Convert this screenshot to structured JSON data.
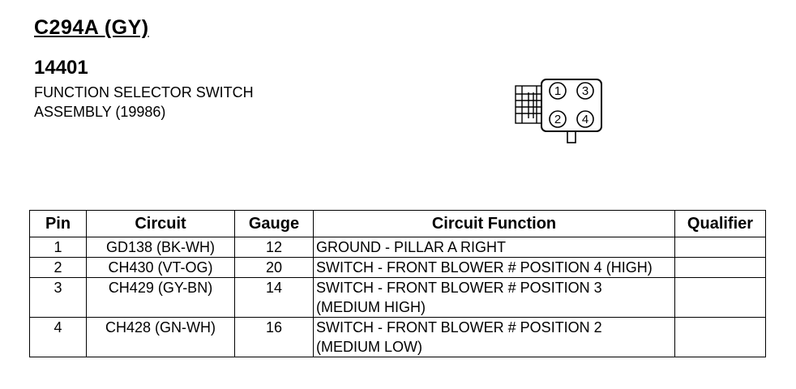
{
  "header": {
    "connector_id": "C294A (GY)",
    "component_number": "14401",
    "component_name_lines": [
      "FUNCTION SELECTOR SWITCH",
      "ASSEMBLY (19986)"
    ]
  },
  "connector_diagram": {
    "pin_labels": [
      "1",
      "3",
      "2",
      "4"
    ]
  },
  "table": {
    "headers": {
      "pin": "Pin",
      "circuit": "Circuit",
      "gauge": "Gauge",
      "function": "Circuit Function",
      "qualifier": "Qualifier"
    },
    "rows": [
      {
        "pin": "1",
        "circuit": "GD138 (BK-WH)",
        "gauge": "12",
        "function": [
          "GROUND - PILLAR A RIGHT"
        ],
        "qualifier": ""
      },
      {
        "pin": "2",
        "circuit": "CH430 (VT-OG)",
        "gauge": "20",
        "function": [
          "SWITCH - FRONT BLOWER # POSITION 4 (HIGH)"
        ],
        "qualifier": ""
      },
      {
        "pin": "3",
        "circuit": "CH429 (GY-BN)",
        "gauge": "14",
        "function": [
          "SWITCH - FRONT BLOWER # POSITION 3",
          "(MEDIUM HIGH)"
        ],
        "qualifier": ""
      },
      {
        "pin": "4",
        "circuit": "CH428 (GN-WH)",
        "gauge": "16",
        "function": [
          "SWITCH - FRONT BLOWER # POSITION 2",
          "(MEDIUM LOW)"
        ],
        "qualifier": ""
      }
    ]
  }
}
